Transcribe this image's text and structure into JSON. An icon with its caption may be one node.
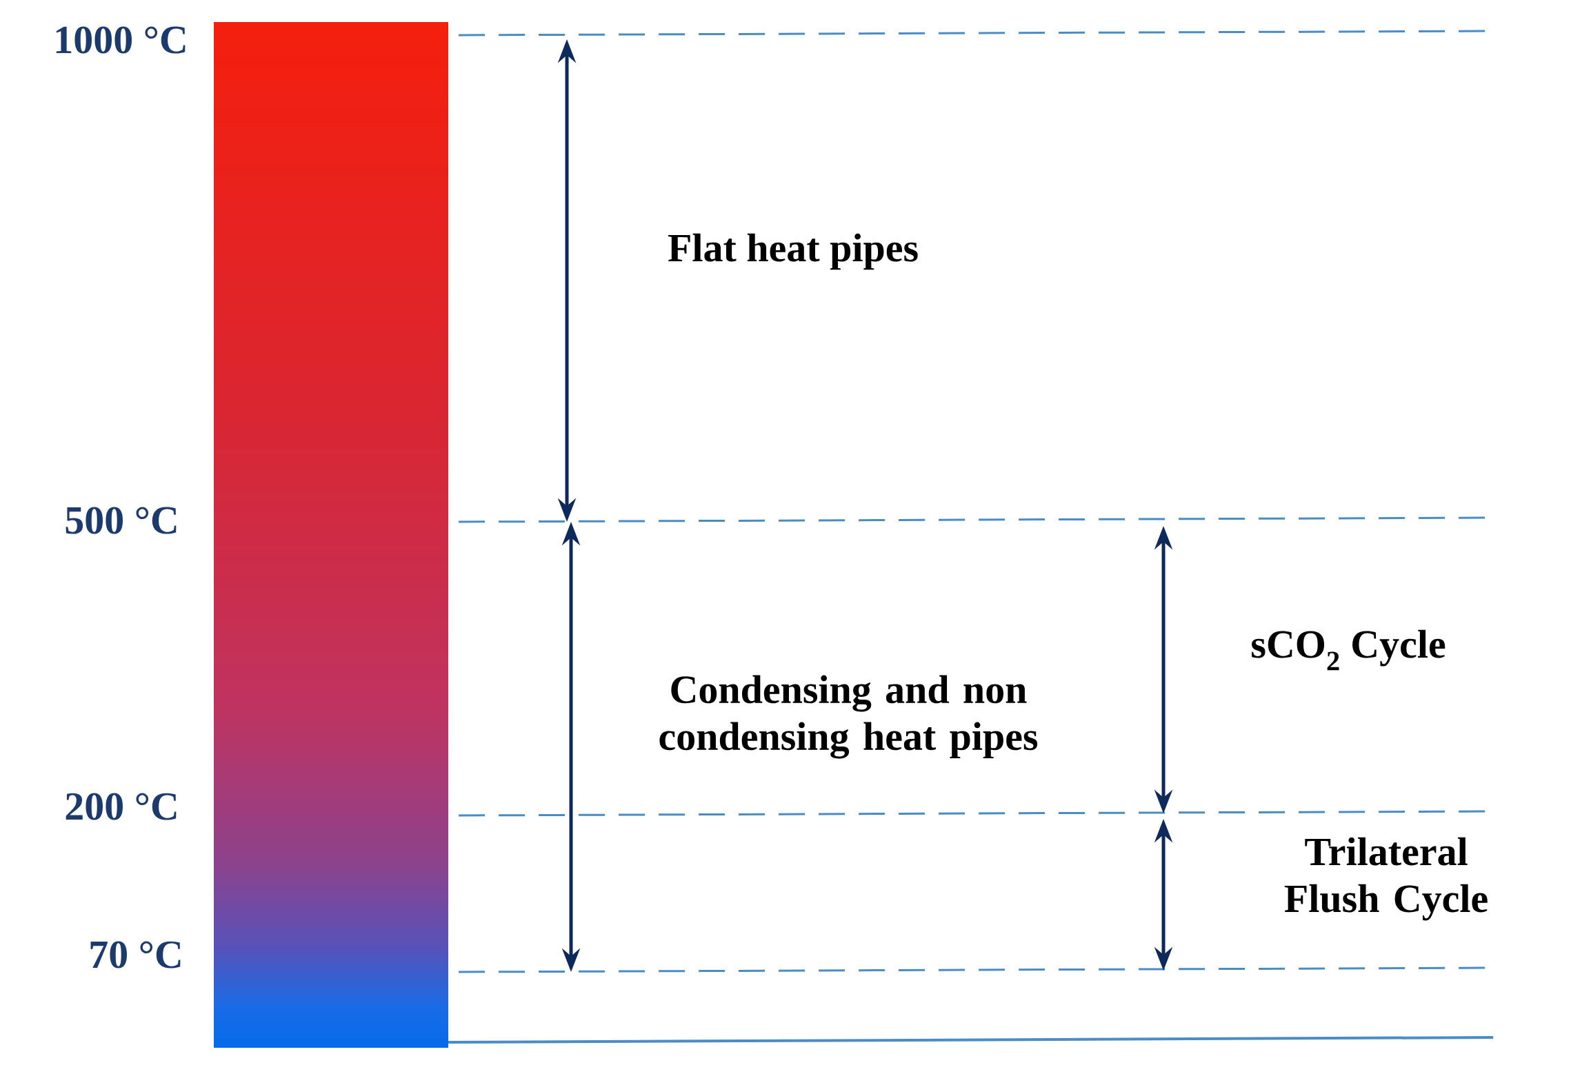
{
  "diagram": {
    "labels": [
      "1000 °C",
      "500 °C",
      "200 °C",
      "70 °C",
      "Flat heat pipes",
      "Condensing and non condensing heat pipes",
      "sCO$_{2}$ Cycle",
      "Trilateral Flush Cycle"
    ]
  }
}
